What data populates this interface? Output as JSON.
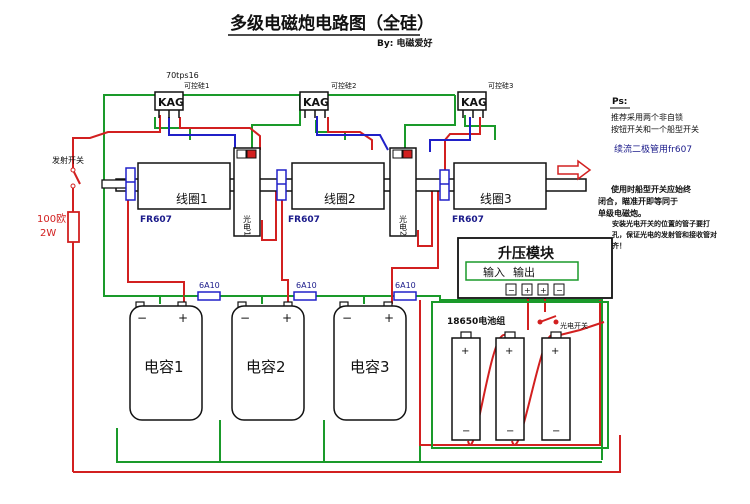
{
  "title": "多级电磁炮电路图（全硅）",
  "author": "By: 电磁爱好",
  "scr_part": "70tps16",
  "scr_labels": [
    "可控硅1",
    "可控硅2",
    "可控硅3"
  ],
  "scr_mark": "KAG",
  "trigger_switch": "发射开关",
  "resistor": {
    "value": "100欧",
    "power": "2W"
  },
  "coils": [
    "线圈1",
    "线圈2",
    "线圈3"
  ],
  "diode_label": "FR607",
  "photo_labels": [
    "光电1",
    "光电2"
  ],
  "fuse_label": "6A10",
  "capacitors": [
    "电容1",
    "电容2",
    "电容3"
  ],
  "boost": {
    "title": "升压模块",
    "input": "输入",
    "output": "输出"
  },
  "battery_pack": "18650电池组",
  "photo_switch": "光电开关",
  "notes": {
    "ps": "Ps:",
    "line1": "推荐采用两个非自锁",
    "line2": "按钮开关和一个船型开关",
    "diode_note": "续流二极管用fr607",
    "line3": "使用时船型开关应始终",
    "line4": "闭合，瞄准开即等同于",
    "line5": "单级电磁炮。",
    "line6": "安装光电开关的位置的管子要打",
    "line7": "孔，保证光电的发射管和接收管对",
    "line8": "齐！"
  },
  "colors": {
    "green": "#1a9a2a",
    "red": "#d22020",
    "blue": "#2020c8",
    "navy": "#1a1a8a",
    "black": "#111111"
  }
}
